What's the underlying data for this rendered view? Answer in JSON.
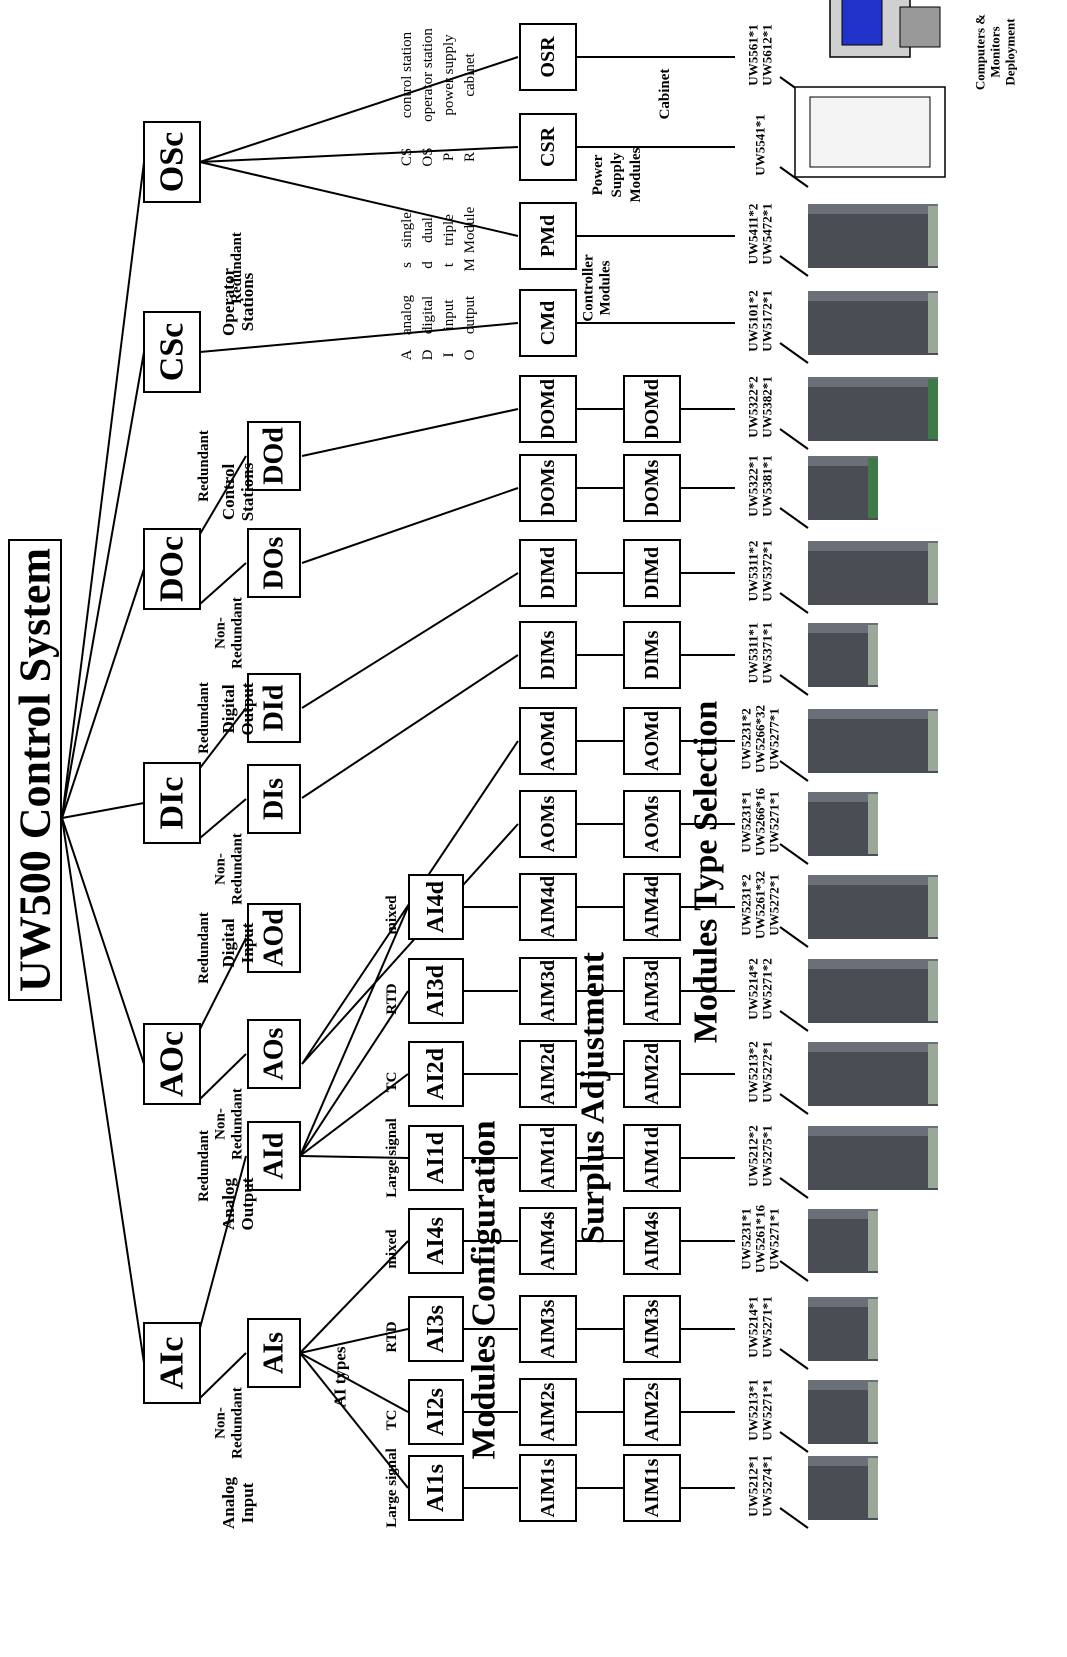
{
  "title": "UW500 Control System",
  "legend": [
    [
      "A",
      "analog",
      "s",
      "single",
      "CS",
      "control station"
    ],
    [
      "D",
      "digital",
      "d",
      "dual",
      "OS",
      "operator station"
    ],
    [
      "I",
      "input",
      "t",
      "triple",
      "P",
      "power supply"
    ],
    [
      "O",
      "output",
      "M",
      "Module",
      "R",
      "cabinet"
    ]
  ],
  "stage_labels": {
    "configuration": "Modules Configuration",
    "surplus": "Surplus Adjustment",
    "type_selection": "Modules Type Selection",
    "ai_types": "AI types"
  },
  "categories": [
    {
      "key": "AIc",
      "label": "AIc",
      "caption": [
        "Analog",
        "Input"
      ]
    },
    {
      "key": "AOc",
      "label": "AOc",
      "caption": [
        "Analog",
        "Output"
      ]
    },
    {
      "key": "DIc",
      "label": "DIc",
      "caption": [
        "Digital",
        "Input"
      ]
    },
    {
      "key": "DOc",
      "label": "DOc",
      "caption": [
        "Digital",
        "Output"
      ]
    },
    {
      "key": "CSc",
      "label": "CSc",
      "caption": [
        "Control",
        "Stations"
      ]
    },
    {
      "key": "OSc",
      "label": "OSc",
      "caption": [
        "Operator",
        "Stations"
      ]
    }
  ],
  "redundancy": {
    "non": [
      "Non-",
      "Redundant"
    ],
    "red": "Redundant"
  },
  "level2": [
    {
      "label": "AIs",
      "rl": "non"
    },
    {
      "label": "AId",
      "rl": "red"
    },
    {
      "label": "AOs",
      "rl": "non"
    },
    {
      "label": "AOd",
      "rl": "red"
    },
    {
      "label": "DIs",
      "rl": "non"
    },
    {
      "label": "DId",
      "rl": "red"
    },
    {
      "label": "DOs",
      "rl": "non"
    },
    {
      "label": "DOd",
      "rl": "red"
    }
  ],
  "ai_type_labels": [
    "Large signal",
    "TC",
    "RTD",
    "mixed",
    "Large signal",
    "TC",
    "RTD",
    "mixed"
  ],
  "level3": [
    "AI1s",
    "AI2s",
    "AI3s",
    "AI4s",
    "AI1d",
    "AI2d",
    "AI3d",
    "AI4d"
  ],
  "modules": [
    "AIM1s",
    "AIM2s",
    "AIM3s",
    "AIM4s",
    "AIM1d",
    "AIM2d",
    "AIM3d",
    "AIM4d",
    "AOMs",
    "AOMd",
    "DIMs",
    "DIMd",
    "DOMs",
    "DOMd",
    "CMd",
    "PMd",
    "CSR",
    "OSR"
  ],
  "section_labels": {
    "CMd": [
      "Controller",
      "Modules"
    ],
    "PMd": [
      "Power",
      "Supply",
      "Modules"
    ],
    "CSR": [
      "Cabinet"
    ],
    "CSc": [
      "Redundant"
    ],
    "OSR": [
      "Computers &",
      "Monitors",
      "Deployment"
    ]
  },
  "part_numbers": [
    [
      "UW5212*1",
      "UW5274*1"
    ],
    [
      "UW5213*1",
      "UW5271*1"
    ],
    [
      "UW5214*1",
      "UW5271*1"
    ],
    [
      "UW5231*1",
      "UW5261*16",
      "UW5271*1"
    ],
    [
      "UW5212*2",
      "UW5275*1"
    ],
    [
      "UW5213*2",
      "UW5272*1"
    ],
    [
      "UW5214*2",
      "UW5271*2"
    ],
    [
      "UW5231*2",
      "UW5261*32",
      "UW5272*1"
    ],
    [
      "UW5231*1",
      "UW5266*16",
      "UW5271*1"
    ],
    [
      "UW5231*2",
      "UW5266*32",
      "UW5277*1"
    ],
    [
      "UW5311*1",
      "UW5371*1"
    ],
    [
      "UW5311*2",
      "UW5372*1"
    ],
    [
      "UW5322*1",
      "UW5381*1"
    ],
    [
      "UW5322*2",
      "UW5382*1"
    ],
    [
      "UW5101*2",
      "UW5172*1"
    ],
    [
      "UW5411*2",
      "UW5472*1"
    ],
    [
      "UW5541*1"
    ],
    [
      "UW5561*1",
      "UW5612*1"
    ]
  ]
}
